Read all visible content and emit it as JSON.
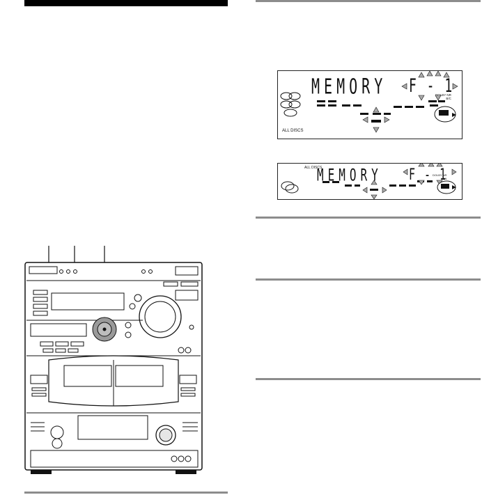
{
  "display_top": {
    "main": "MEMORY",
    "program": "F - 1",
    "bottom_label": "ALL DISCS",
    "side_label": "DOLBY NR\nB/C"
  },
  "display_bottom": {
    "top_label": "ALL DISCS",
    "main": "MEMORY",
    "program": "F - 1",
    "side_label": "DOLBY NR\nON"
  },
  "colors": {
    "rule": "#8c8c8c",
    "ink": "#111111",
    "knob_gray": "#9a9a9a"
  }
}
